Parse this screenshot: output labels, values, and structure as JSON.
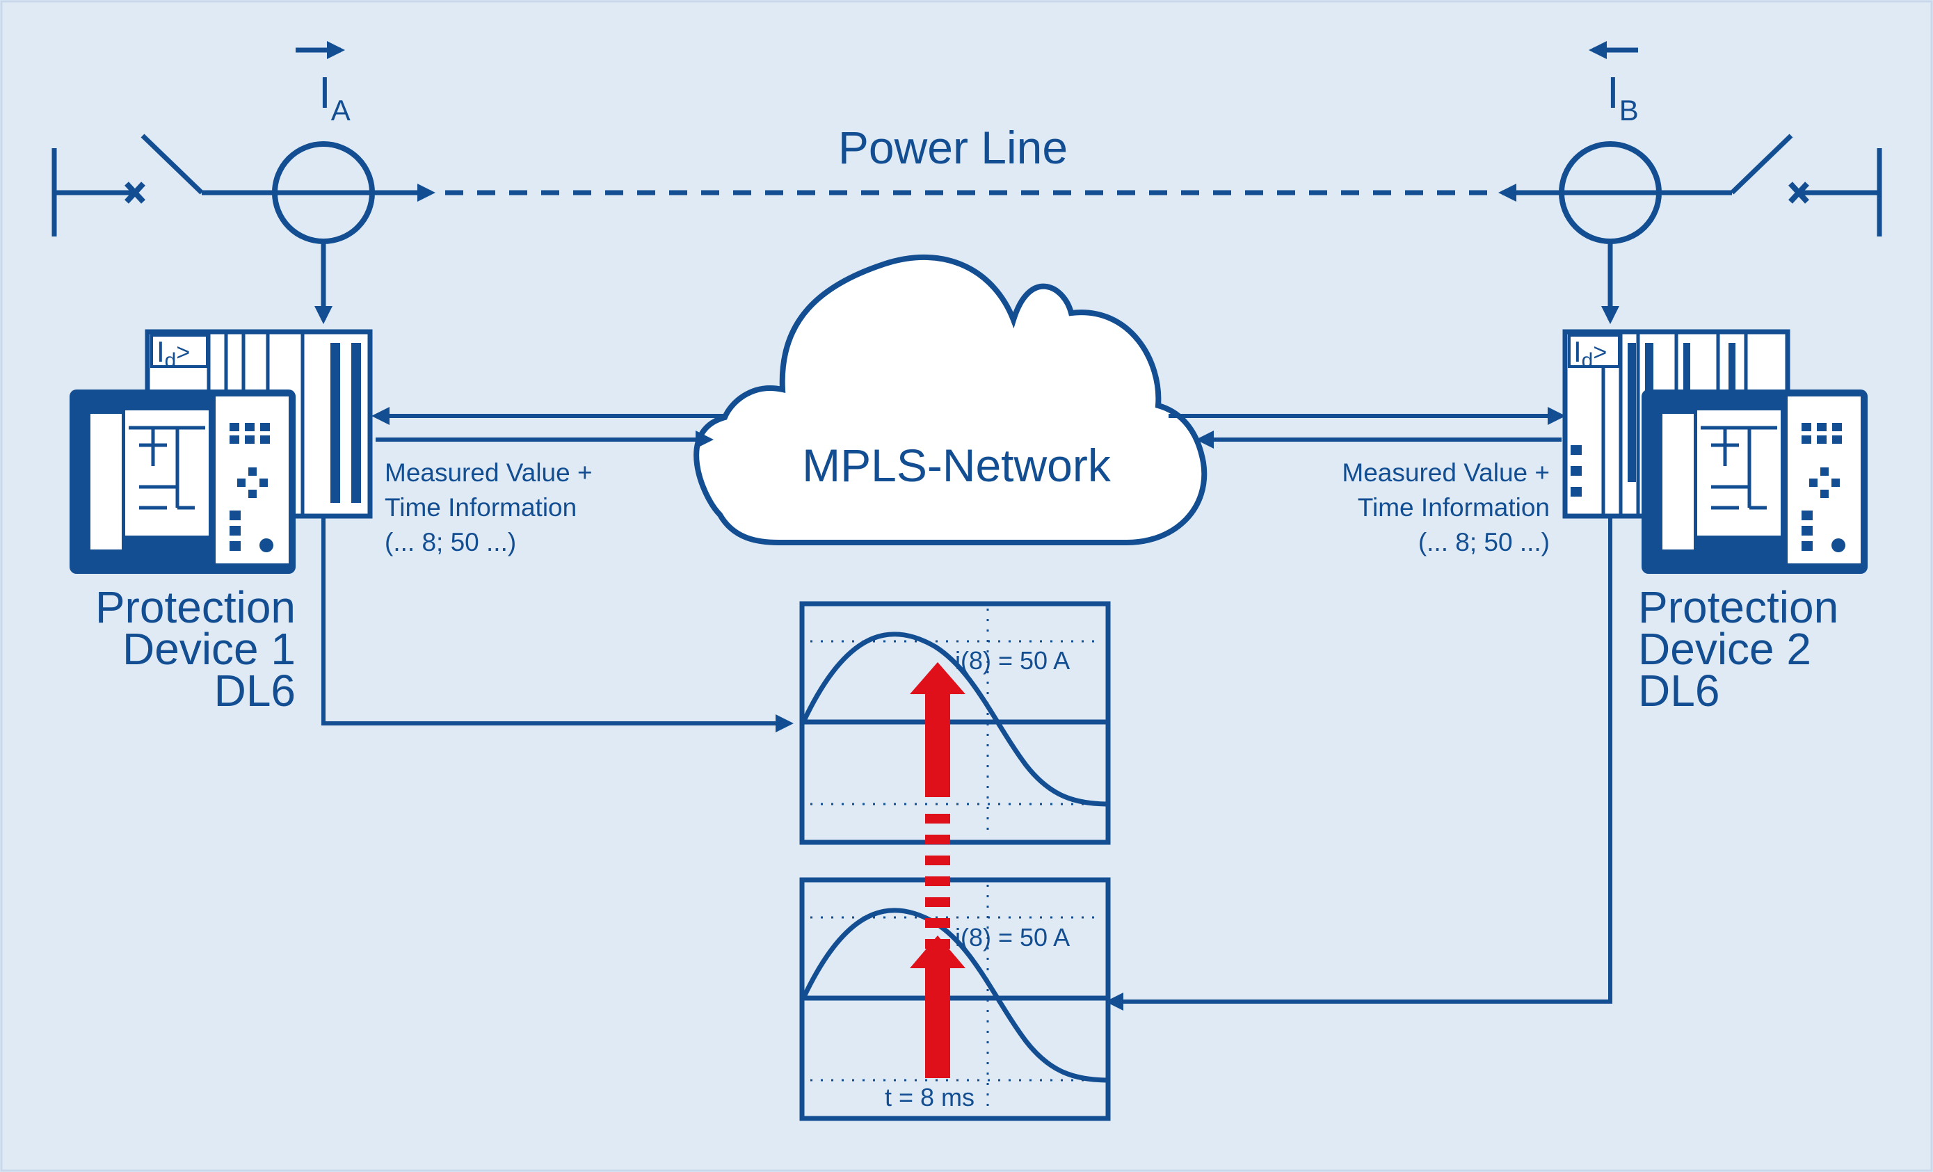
{
  "colors": {
    "background": "#dfeaf5",
    "line": "#124e91",
    "highlight": "#e0101a"
  },
  "power_line": {
    "label": "Power Line"
  },
  "current_a": {
    "symbol": "I",
    "subscript": "A"
  },
  "current_b": {
    "symbol": "I",
    "subscript": "B"
  },
  "network": {
    "label": "MPLS-Network"
  },
  "device_1": {
    "name_lines": [
      "Protection",
      "Device 1",
      "DL6"
    ],
    "panel_symbol": "I",
    "panel_sub": "d",
    "panel_op": ">"
  },
  "device_2": {
    "name_lines": [
      "Protection",
      "Device 2",
      "DL6"
    ],
    "panel_symbol": "I",
    "panel_sub": "d",
    "panel_op": ">"
  },
  "link_left": {
    "lines": [
      "Measured Value +",
      "Time Information",
      "(... 8; 50 ...)"
    ]
  },
  "link_right": {
    "lines": [
      "Measured Value +",
      "Time Information",
      "(... 8; 50 ...)"
    ]
  },
  "plot_top": {
    "sample_label": "i(8) = 50 A"
  },
  "plot_bottom": {
    "sample_label": "i(8) = 50 A",
    "time_label": "t = 8 ms"
  }
}
